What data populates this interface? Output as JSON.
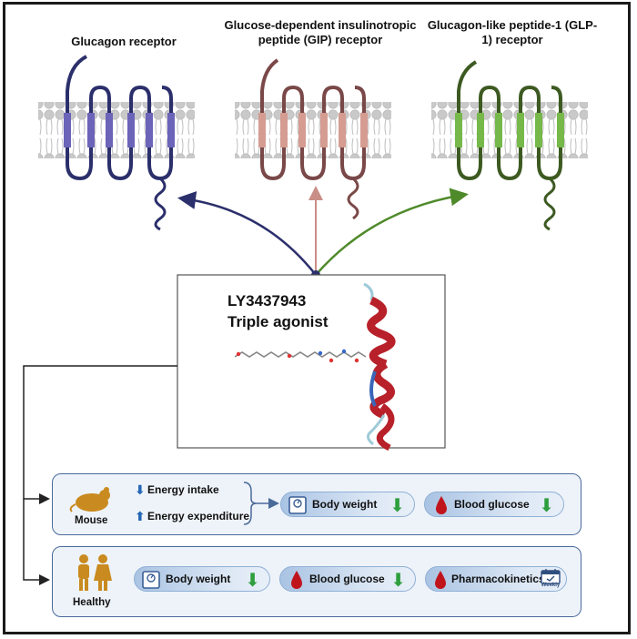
{
  "receptors": {
    "glucagon": {
      "title": "Glucagon receptor",
      "color": "#2b2f6b"
    },
    "gip": {
      "title": "Glucose-dependent insulinotropic peptide (GIP) receptor",
      "color": "#7a4848"
    },
    "glp1": {
      "title": "Glucagon-like peptide-1 (GLP-1) receptor",
      "color": "#3d5a22"
    }
  },
  "drug": {
    "name": "LY3437943",
    "description": "Triple agonist"
  },
  "mouse": {
    "label": "Mouse",
    "energy_intake": "Energy intake",
    "energy_expenditure": "Energy expenditure",
    "outcomes": [
      "Body weight",
      "Blood glucose"
    ]
  },
  "healthy": {
    "label": "Healthy",
    "outcomes": [
      "Body weight",
      "Blood glucose",
      "Pharmacokinetics"
    ],
    "weekly_label": "Weekly"
  },
  "colors": {
    "down_arrow": "#2e9e3e",
    "up_blue": "#2466b6",
    "drop_red": "#c0141d",
    "figure_gold": "#c98a1f"
  }
}
